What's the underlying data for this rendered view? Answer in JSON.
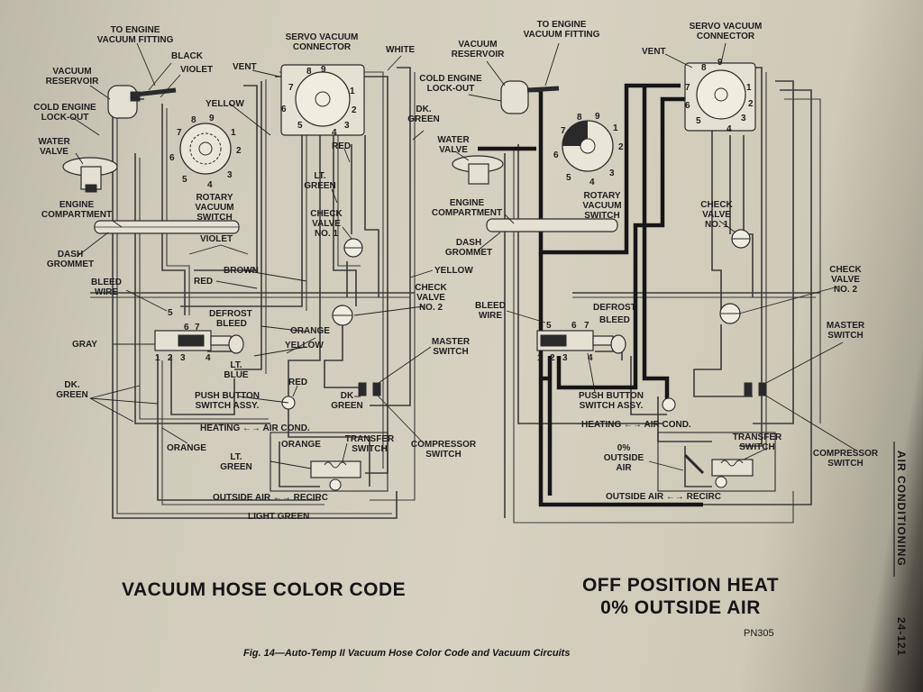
{
  "left_diagram": {
    "title": "VACUUM HOSE COLOR CODE",
    "labels": {
      "to_engine_vacuum_fitting": [
        "TO ENGINE",
        "VACUUM FITTING"
      ],
      "black": "BLACK",
      "violet_top": "VIOLET",
      "vacuum_reservoir": [
        "VACUUM",
        "RESERVOIR"
      ],
      "cold_engine_lockout": [
        "COLD ENGINE",
        "LOCK-OUT"
      ],
      "water_valve": [
        "WATER",
        "VALVE"
      ],
      "engine_compartment": [
        "ENGINE",
        "COMPARTMENT"
      ],
      "dash_grommet": [
        "DASH",
        "GROMMET"
      ],
      "bleed_wire": [
        "BLEED",
        "WIRE"
      ],
      "gray": "GRAY",
      "dk_green": [
        "DK.",
        "GREEN"
      ],
      "servo_vacuum_connector": [
        "SERVO VACUUM",
        "CONNECTOR"
      ],
      "white": "WHITE",
      "vent": "VENT",
      "yellow_top": "YELLOW",
      "dk_green_right": [
        "DK.",
        "GREEN"
      ],
      "red_top": "RED",
      "lt_green": [
        "LT.",
        "GREEN"
      ],
      "check_valve_no1": [
        "CHECK",
        "VALVE",
        "NO. 1"
      ],
      "rotary_vacuum_switch": [
        "ROTARY",
        "VACUUM",
        "SWITCH"
      ],
      "violet_mid": "VIOLET",
      "brown": "BROWN",
      "yellow_mid": "YELLOW",
      "red_mid": "RED",
      "check_valve_no2": [
        "CHECK",
        "VALVE",
        "NO. 2"
      ],
      "defrost": "DEFROST",
      "bleed": "BLEED",
      "orange_mid": "ORANGE",
      "yellow_low": "YELLOW",
      "lt_blue": [
        "LT.",
        "BLUE"
      ],
      "master_switch": [
        "MASTER",
        "SWITCH"
      ],
      "red_low": "RED",
      "dk_green_low": [
        "DK",
        "GREEN"
      ],
      "push_button_switch_assy": [
        "PUSH BUTTON",
        "SWITCH ASSY."
      ],
      "heating": "HEATING",
      "air_cond": "AIR COND.",
      "orange_low": "ORANGE",
      "orange_box": "ORANGE",
      "transfer_switch": [
        "TRANSFER",
        "SWITCH"
      ],
      "compressor_switch": [
        "COMPRESSOR",
        "SWITCH"
      ],
      "lt_green_low": [
        "LT.",
        "GREEN"
      ],
      "outside_air": "OUTSIDE AIR",
      "recirc": "RECIRC",
      "light_green": "LIGHT GREEN"
    },
    "connector_pins": [
      "8",
      "9",
      "7",
      "1",
      "6",
      "2",
      "5",
      "3",
      "4"
    ],
    "rotary_numbers": [
      "7",
      "8",
      "9",
      "1",
      "6",
      "2",
      "5",
      "4",
      "3"
    ],
    "switch_pins_top": [
      "5",
      "6",
      "7"
    ],
    "switch_pins_bottom": [
      "1",
      "2",
      "3",
      "4"
    ]
  },
  "right_diagram": {
    "title_line1": "OFF POSITION HEAT",
    "title_line2": "0% OUTSIDE AIR",
    "labels": {
      "vacuum_reservoir": [
        "VACUUM",
        "RESERVOIR"
      ],
      "to_engine_vacuum_fitting": [
        "TO ENGINE",
        "VACUUM FITTING"
      ],
      "cold_engine_lockout": [
        "COLD ENGINE",
        "LOCK-OUT"
      ],
      "water_valve": [
        "WATER",
        "VALVE"
      ],
      "engine_compartment": [
        "ENGINE",
        "COMPARTMENT"
      ],
      "dash_grommet": [
        "DASH",
        "GROMMET"
      ],
      "bleed_wire": [
        "BLEED",
        "WIRE"
      ],
      "servo_vacuum_connector": [
        "SERVO VACUUM",
        "CONNECTOR"
      ],
      "vent": "VENT",
      "rotary_vacuum_switch": [
        "ROTARY",
        "VACUUM",
        "SWITCH"
      ],
      "check_valve_no1": [
        "CHECK",
        "VALVE",
        "NO. 1"
      ],
      "check_valve_no2": [
        "CHECK",
        "VALVE",
        "NO. 2"
      ],
      "master_switch": [
        "MASTER",
        "SWITCH"
      ],
      "defrost": "DEFROST",
      "bleed": "BLEED",
      "push_button_switch_assy": [
        "PUSH BUTTON",
        "SWITCH ASSY."
      ],
      "heating": "HEATING",
      "air_cond": "AIR COND.",
      "zero_outside_air": [
        "0%",
        "OUTSIDE",
        "AIR"
      ],
      "transfer_switch": [
        "TRANSFER",
        "SWITCH"
      ],
      "compressor_switch": [
        "COMPRESSOR",
        "SWITCH"
      ],
      "outside_air": "OUTSIDE AIR",
      "recirc": "RECIRC"
    },
    "connector_pins": [
      "8",
      "9",
      "7",
      "1",
      "6",
      "2",
      "5",
      "3",
      "4"
    ],
    "rotary_numbers": [
      "7",
      "8",
      "9",
      "1",
      "6",
      "2",
      "5",
      "4",
      "3"
    ],
    "switch_pins_top": [
      "5",
      "6",
      "7"
    ],
    "switch_pins_bottom": [
      "1",
      "2",
      "3",
      "4"
    ]
  },
  "caption": "Fig. 14—Auto-Temp II Vacuum Hose Color Code and Vacuum Circuits",
  "part_number": "PN305",
  "side_section": "AIR CONDITIONING",
  "page_number": "24-121",
  "arrow_symbol": "←→"
}
